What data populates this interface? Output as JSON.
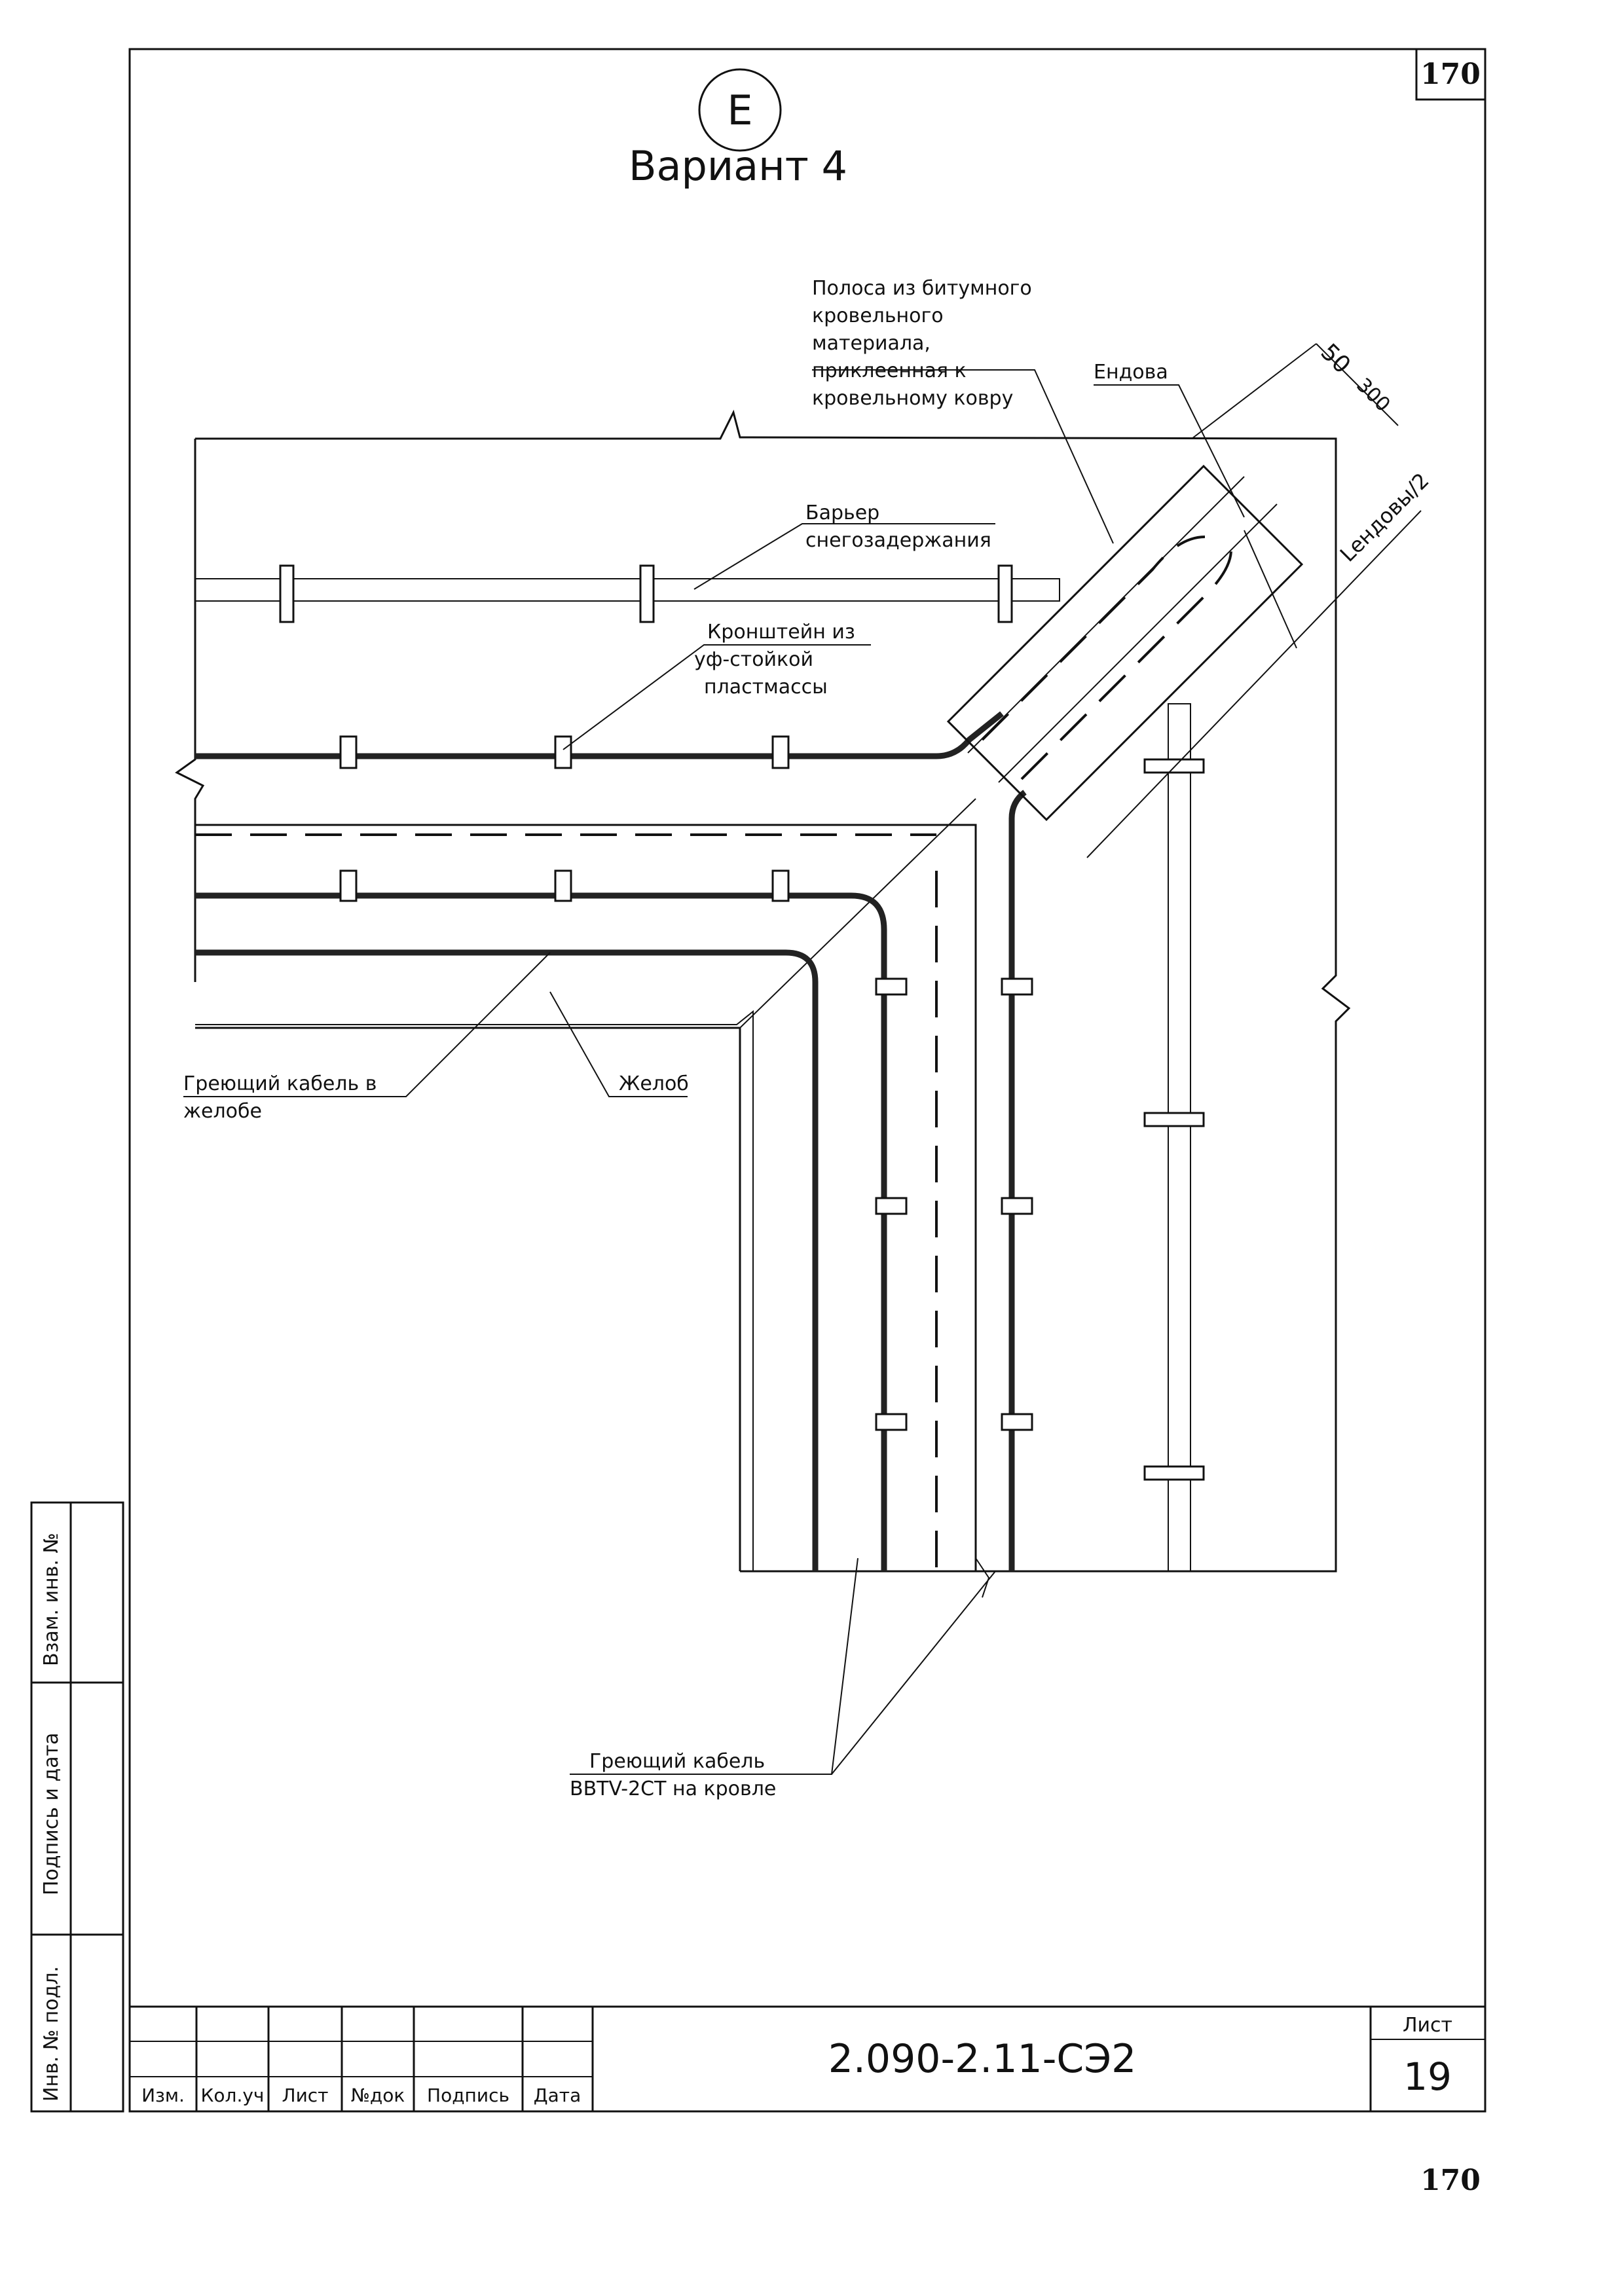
{
  "page_number_top": "170",
  "page_number_bottom": "170",
  "view_marker": "E",
  "title": "Вариант 4",
  "labels": {
    "strip_l1": "Полоса из битумного",
    "strip_l2": "кровельного",
    "strip_l3": "материала,",
    "strip_l4": "приклеенная к",
    "strip_l5": "кровельному ковру",
    "valley": "Ендова",
    "barrier_l1": "Барьер",
    "barrier_l2": "снегозадержания",
    "bracket_l1": "Кронштейн из",
    "bracket_l2": "уф-стойкой",
    "bracket_l3": "пластмассы",
    "cable_gutter_l1": "Греющий кабель в",
    "cable_gutter_l2": "желобе",
    "gutter": "Желоб",
    "cable_roof_l1": "Греющий кабель",
    "cable_roof_l2": "BBTV-2CT на кровле",
    "dim_50": "50",
    "dim_300": "300",
    "dim_lvalley": "Lендовы/2"
  },
  "side_stamp": {
    "inv_no_podl": "Инв. № подл.",
    "podpis_data": "Подпись и дата",
    "vzam_inv": "Взам. инв. №"
  },
  "title_block": {
    "col_izm": "Изм.",
    "col_kol": "Кол.уч",
    "col_list": "Лист",
    "col_ndok": "№док",
    "col_podpis": "Подпись",
    "col_data": "Дата",
    "code": "2.090-2.11-СЭ2",
    "sheet_label": "Лист",
    "sheet_no": "19"
  }
}
